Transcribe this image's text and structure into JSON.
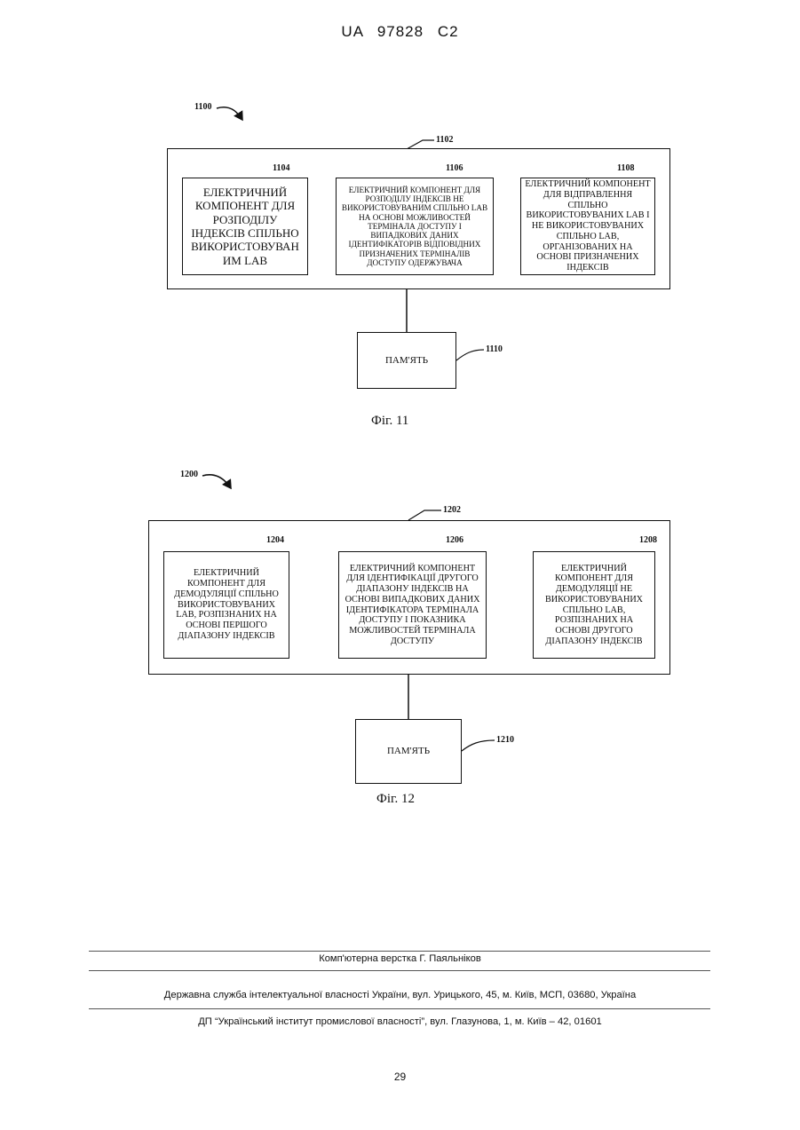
{
  "header": {
    "patent_number": "UA 97828 C2"
  },
  "figure11": {
    "ref_system": "1100",
    "ref_container": "1102",
    "components": [
      {
        "ref": "1104",
        "text": "ЕЛЕКТРИЧНИЙ КОМПОНЕНТ ДЛЯ РОЗПОДІЛУ ІНДЕКСІВ СПІЛЬНО ВИКОРИСТОВУВАН ИМ LAB"
      },
      {
        "ref": "1106",
        "text": "ЕЛЕКТРИЧНИЙ КОМПОНЕНТ ДЛЯ РОЗПОДІЛУ ІНДЕКСІВ НЕ ВИКОРИСТОВУВАНИМ СПІЛЬНО LAB НА ОСНОВІ МОЖЛИВОСТЕЙ ТЕРМІНАЛА ДОСТУПУ І ВИПАДКОВИХ ДАНИХ ІДЕНТИФІКАТОРІВ ВІДПОВІДНИХ ПРИЗНАЧЕНИХ ТЕРМІНАЛІВ ДОСТУПУ ОДЕРЖУВАЧА"
      },
      {
        "ref": "1108",
        "text": "ЕЛЕКТРИЧНИЙ КОМПОНЕНТ ДЛЯ ВІДПРАВЛЕННЯ СПІЛЬНО ВИКОРИСТОВУВАНИХ LAB І НЕ ВИКОРИСТОВУВАНИХ СПІЛЬНО LAB, ОРГАНІЗОВАНИХ НА ОСНОВІ ПРИЗНАЧЕНИХ ІНДЕКСІВ"
      }
    ],
    "memory": {
      "ref": "1110",
      "label": "ПАМ'ЯТЬ"
    },
    "caption": "Фіг. 11"
  },
  "figure12": {
    "ref_system": "1200",
    "ref_container": "1202",
    "components": [
      {
        "ref": "1204",
        "text": "ЕЛЕКТРИЧНИЙ КОМПОНЕНТ ДЛЯ ДЕМОДУЛЯЦІЇ СПІЛЬНО ВИКОРИСТОВУВАНИХ LAB, РОЗПІЗНАНИХ НА ОСНОВІ ПЕРШОГО ДІАПАЗОНУ ІНДЕКСІВ"
      },
      {
        "ref": "1206",
        "text": "ЕЛЕКТРИЧНИЙ КОМПОНЕНТ ДЛЯ ІДЕНТИФІКАЦІЇ ДРУГОГО ДІАПАЗОНУ ІНДЕКСІВ НА ОСНОВІ ВИПАДКОВИХ ДАНИХ ІДЕНТИФІКАТОРА ТЕРМІНАЛА ДОСТУПУ І ПОКАЗНИКА МОЖЛИВОСТЕЙ ТЕРМІНАЛА ДОСТУПУ"
      },
      {
        "ref": "1208",
        "text": "ЕЛЕКТРИЧНИЙ КОМПОНЕНТ ДЛЯ ДЕМОДУЛЯЦІЇ НЕ ВИКОРИСТОВУВАНИХ СПІЛЬНО LAB, РОЗПІЗНАНИХ НА ОСНОВІ ДРУГОГО ДІАПАЗОНУ ІНДЕКСІВ"
      }
    ],
    "memory": {
      "ref": "1210",
      "label": "ПАМ'ЯТЬ"
    },
    "caption": "Фіг. 12"
  },
  "footer": {
    "typesetting": "Комп'ютерна верстка Г. Паяльніков",
    "office": "Державна служба інтелектуальної власності України, вул. Урицького, 45, м. Київ, МСП, 03680, Україна",
    "institute": "ДП “Український інститут промислової власності”, вул. Глазунова, 1, м. Київ – 42, 01601",
    "page_number": "29"
  }
}
